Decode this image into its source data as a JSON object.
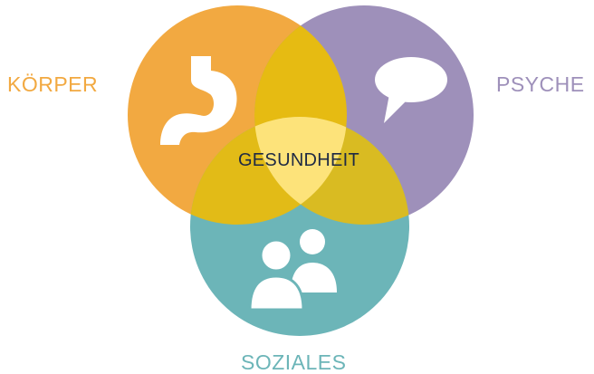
{
  "diagram": {
    "type": "venn",
    "sets": [
      {
        "key": "koerper",
        "label": "KÖRPER",
        "color": "#f2a941",
        "icon": "stomach-icon"
      },
      {
        "key": "psyche",
        "label": "PSYCHE",
        "color": "#9e90ba",
        "icon": "speech-bubble-icon"
      },
      {
        "key": "soziales",
        "label": "SOZIALES",
        "color": "#6cb5b8",
        "icon": "people-icon"
      }
    ],
    "overlap_color": "#e6bb12",
    "center": {
      "label": "GESUNDHEIT",
      "color": "#fde37a"
    }
  }
}
